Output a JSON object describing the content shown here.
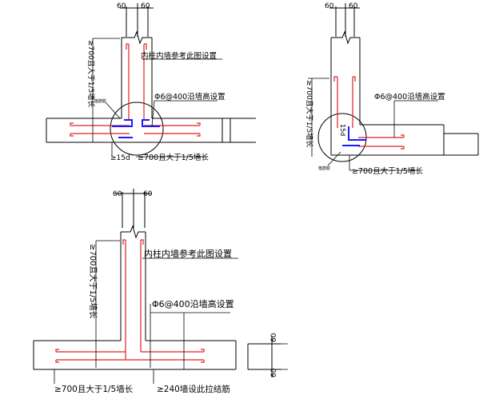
{
  "diagram1": {
    "dim_top_left": "60",
    "dim_top_right": "60",
    "note_inner_wall": "内柱内墙参考此图设置",
    "note_rebar": "Φ6@400沿墙高设置",
    "dim_vertical": "≥700且大于1/5墙长",
    "dim_horizontal": "≥700且大于1/5墙长",
    "anchor": "≥15d",
    "small_label": "植筋胶"
  },
  "diagram2": {
    "dim_top_left": "60",
    "dim_top_right": "60",
    "note_rebar": "Φ6@400沿墙高设置",
    "dim_vertical": "≥700且大于1/5墙长",
    "dim_horizontal": "≥700且大于1/5墙长",
    "anchor": "15d",
    "small_label": "植筋胶"
  },
  "diagram3": {
    "dim_top_left": "60",
    "dim_top_right": "60",
    "note_inner_wall": "内柱内墙参考此图设置",
    "note_rebar": "Φ6@400沿墙高设置",
    "dim_vertical": "≥700且大于1/5墙长",
    "dim_horizontal": "≥700且大于1/5墙长",
    "note_tie": "≥240墙设此拉结筋",
    "dim_right_top": "60",
    "dim_right_bottom": "60"
  }
}
